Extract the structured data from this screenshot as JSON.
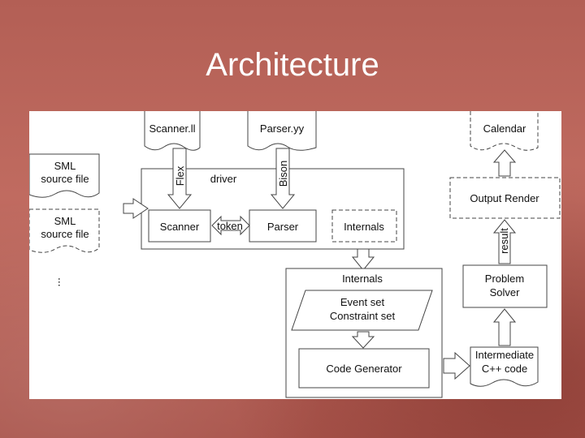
{
  "slide": {
    "title": "Architecture"
  },
  "diagram": {
    "docs": {
      "scanner_ll": "Scanner.ll",
      "parser_yy": "Parser.yy",
      "calendar": "Calendar",
      "sml_line1": "SML",
      "sml_line2": "source file",
      "intermediate_line1": "Intermediate",
      "intermediate_line2": "C++ code"
    },
    "boxes": {
      "driver": "driver",
      "scanner": "Scanner",
      "token": "token",
      "parser": "Parser",
      "internals_small": "Internals",
      "internals_big": "Internals",
      "output_render": "Output Render",
      "solver_line1": "Problem",
      "solver_line2": "Solver",
      "code_generator": "Code Generator"
    },
    "data_shape": {
      "line1": "Event set",
      "line2": "Constraint set"
    },
    "arrow_labels": {
      "flex": "Flex",
      "bison": "Bison",
      "result": "result"
    },
    "ellipsis": "..."
  }
}
